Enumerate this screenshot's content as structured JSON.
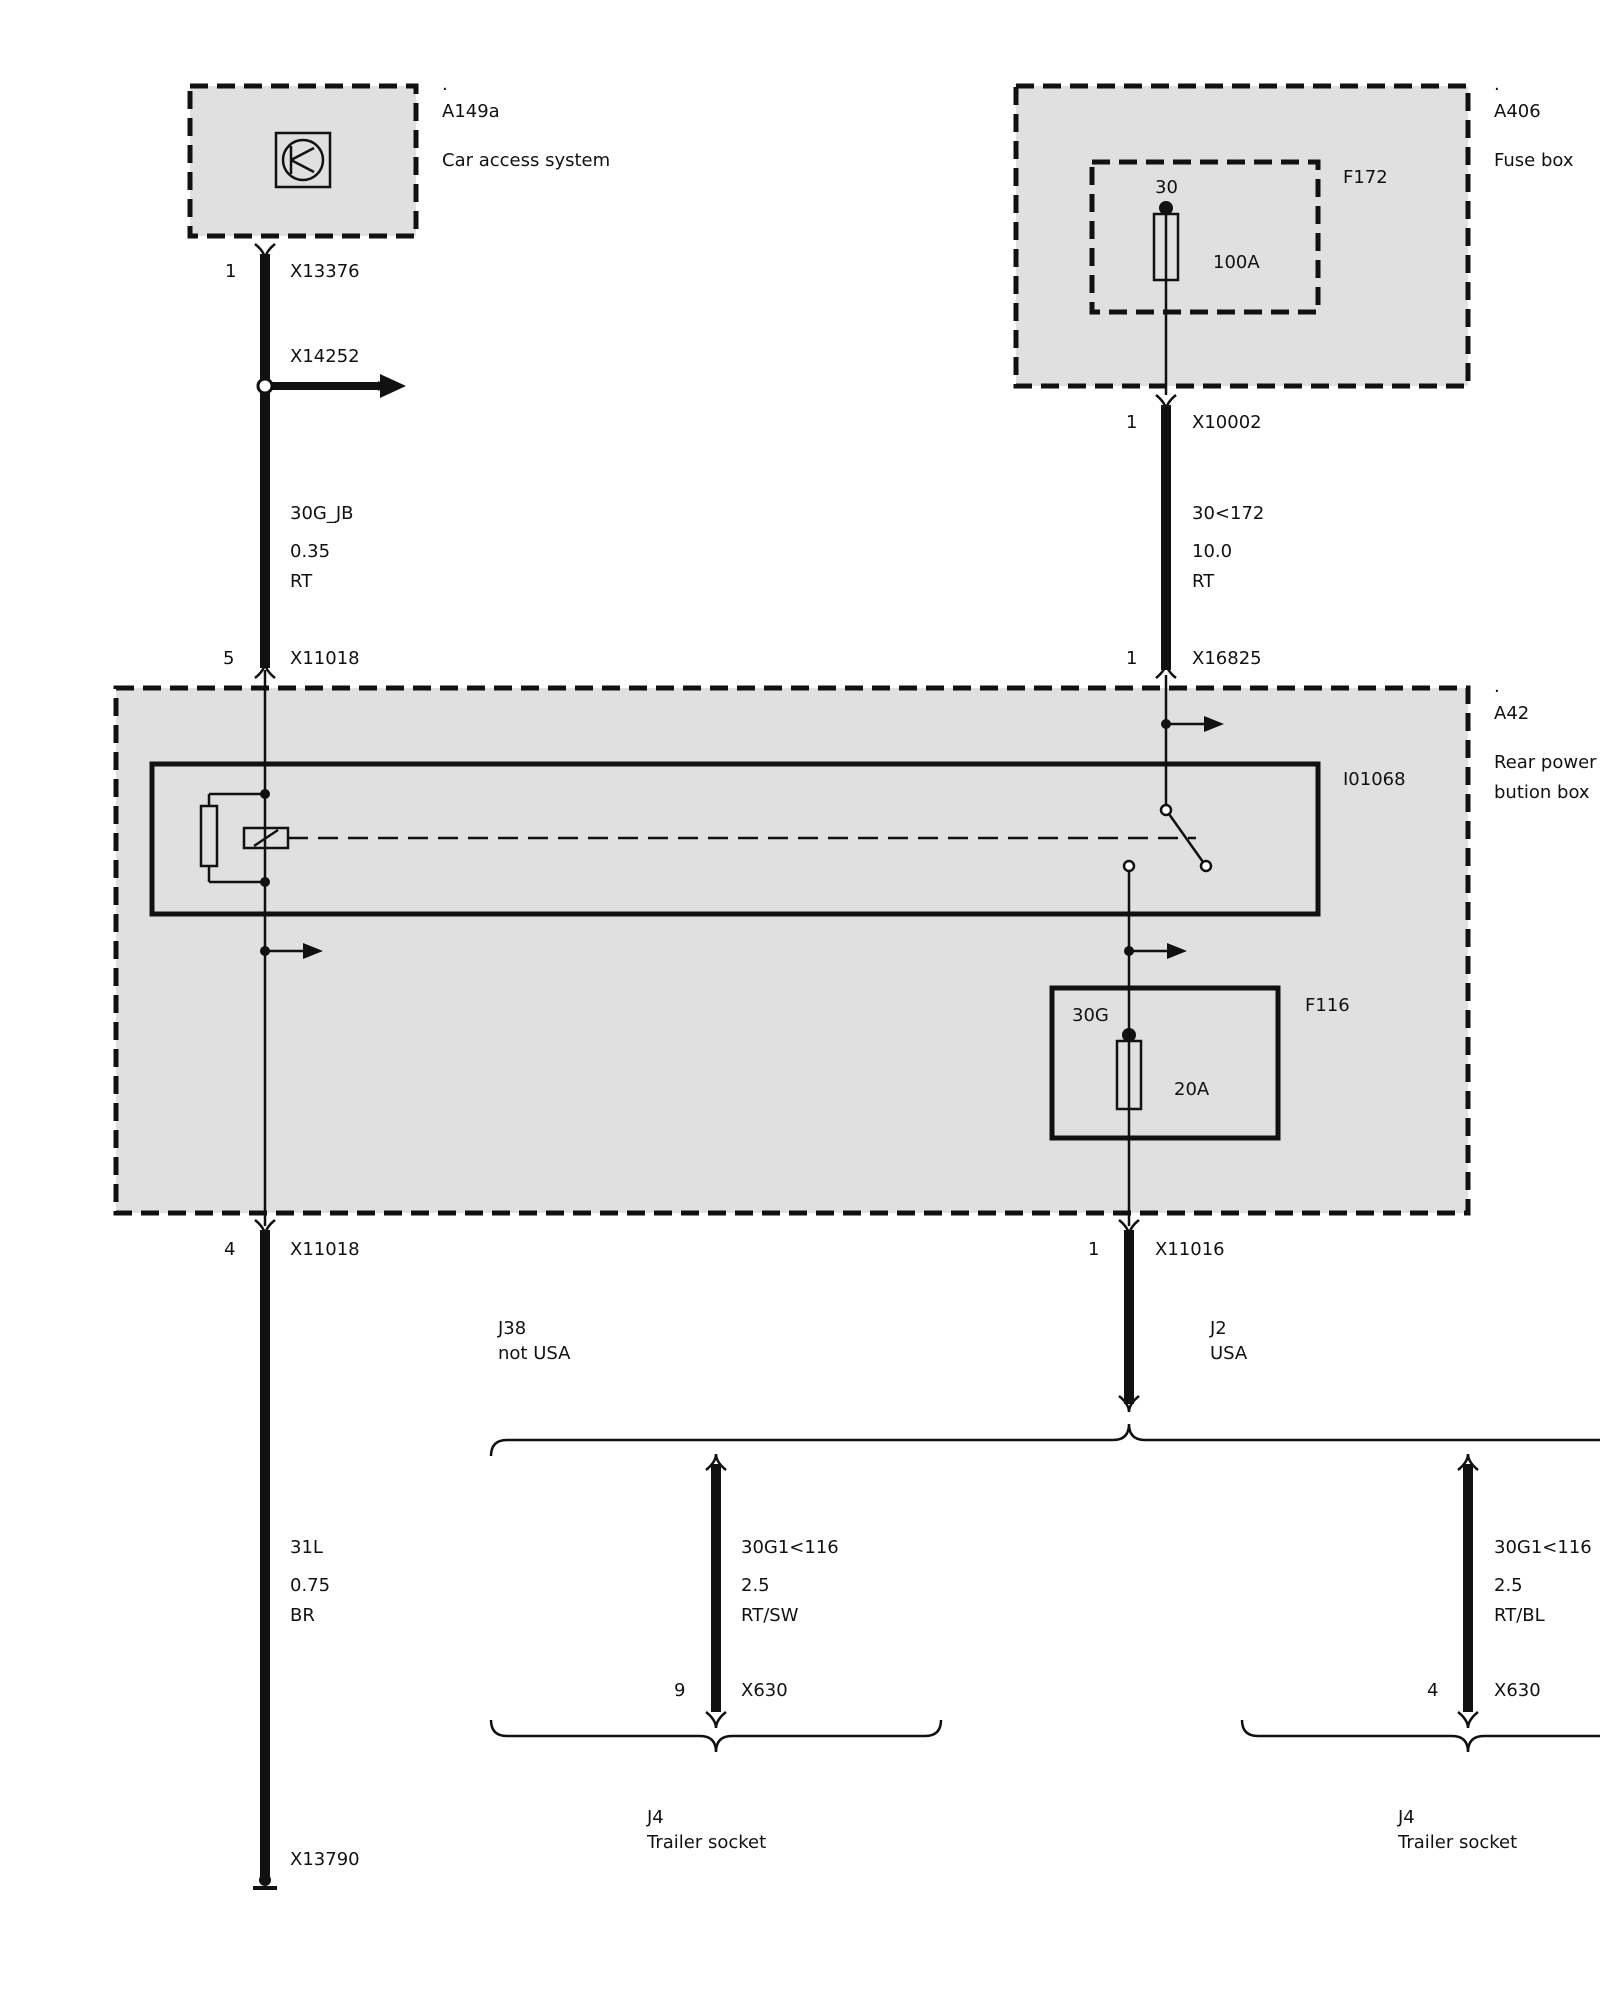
{
  "components": {
    "a149a": {
      "dot": ".",
      "id": "A149a",
      "name": "Car access system"
    },
    "a406": {
      "dot": ".",
      "id": "A406",
      "name": "Fuse box"
    },
    "f172": {
      "id": "F172",
      "terminal": "30",
      "rating": "100A"
    },
    "a42": {
      "dot": ".",
      "id": "A42",
      "name_line1": "Rear power c",
      "name_line2": "bution box"
    },
    "i01068": {
      "id": "I01068"
    },
    "f116": {
      "id": "F116",
      "terminal": "30G",
      "rating": "20A"
    }
  },
  "connectors": {
    "x13376": {
      "pin": "1",
      "id": "X13376"
    },
    "x14252": {
      "id": "X14252"
    },
    "x10002": {
      "pin": "1",
      "id": "X10002"
    },
    "x11018_top": {
      "pin": "5",
      "id": "X11018"
    },
    "x16825": {
      "pin": "1",
      "id": "X16825"
    },
    "x11018_bottom": {
      "pin": "4",
      "id": "X11018"
    },
    "x11016": {
      "pin": "1",
      "id": "X11016"
    },
    "x630_left": {
      "pin": "9",
      "id": "X630"
    },
    "x630_right": {
      "pin": "4",
      "id": "X630"
    },
    "x13790": {
      "id": "X13790"
    }
  },
  "wires": {
    "w_30g_jb": {
      "signal": "30G_JB",
      "size": "0.35",
      "color": "RT"
    },
    "w_30_172": {
      "signal": "30<172",
      "size": "10.0",
      "color": "RT"
    },
    "w_31l": {
      "signal": "31L",
      "size": "0.75",
      "color": "BR"
    },
    "w_left": {
      "signal": "30G1<116",
      "size": "2.5",
      "color": "RT/SW"
    },
    "w_right": {
      "signal": "30G1<116",
      "size": "2.5",
      "color": "RT/BL"
    }
  },
  "variants": {
    "j38": {
      "code": "J38",
      "desc": "not USA"
    },
    "j2": {
      "code": "J2",
      "desc": "USA"
    }
  },
  "trailer_sockets": {
    "left": {
      "code": "J4",
      "desc": "Trailer socket"
    },
    "right": {
      "code": "J4",
      "desc": "Trailer socket"
    }
  }
}
